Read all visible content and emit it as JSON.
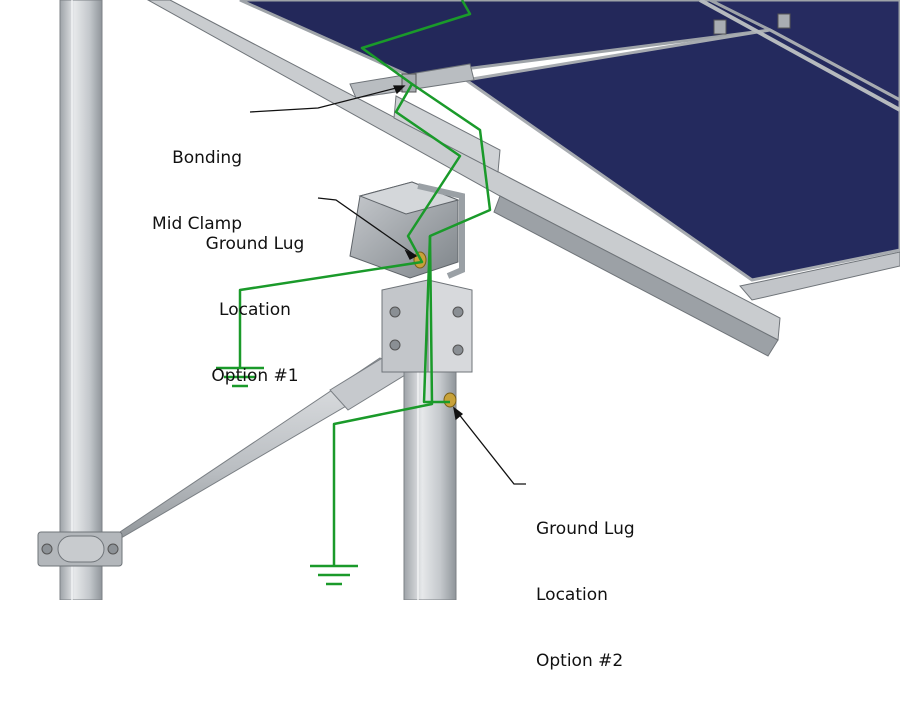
{
  "callouts": {
    "mid_clamp": {
      "line1": "Bonding",
      "line2": "Mid Clamp"
    },
    "lug_option_1": {
      "line1": "Ground Lug",
      "line2": "Location",
      "line3": "Option #1"
    },
    "lug_option_2": {
      "line1": "Ground Lug",
      "line2": "Location",
      "line3": "Option #2"
    }
  },
  "colors": {
    "ground_wire": "#1a9a2a",
    "panel": "#23285a",
    "frame": "#c9cccf",
    "pipe": "#d2d5d8",
    "lug": "#c8a23a"
  }
}
